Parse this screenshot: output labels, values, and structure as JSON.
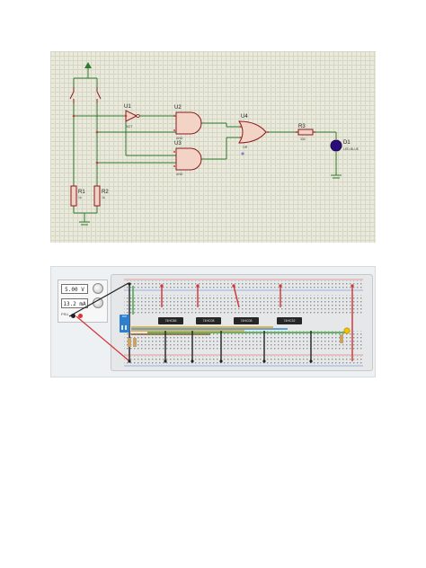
{
  "schematic": {
    "labels": {
      "u1": "U1",
      "u1_type": "NOT",
      "u2": "U2",
      "u2_type": "AND",
      "u3": "U3",
      "u3_type": "AND",
      "u4": "U4",
      "u4_type": "OR",
      "r1": "R1",
      "r1_val": "1k",
      "r2": "R2",
      "r2_val": "1k",
      "r3": "R3",
      "r3_val": "330",
      "d1": "D1",
      "d1_type": "LED-BLUE"
    },
    "colors": {
      "wire": "#2f7a2f",
      "component": "#8b1a1a",
      "gate_fill": "#f2d3c6",
      "led": "#2b0d7a"
    }
  },
  "simulator": {
    "power_supply": {
      "voltage": "5.00 V",
      "current": "13.2 mA",
      "label": "PSU"
    },
    "chips": [
      "74HC86",
      "74HC08",
      "74HC08",
      "74HC32"
    ],
    "dip_label": "DIP"
  }
}
